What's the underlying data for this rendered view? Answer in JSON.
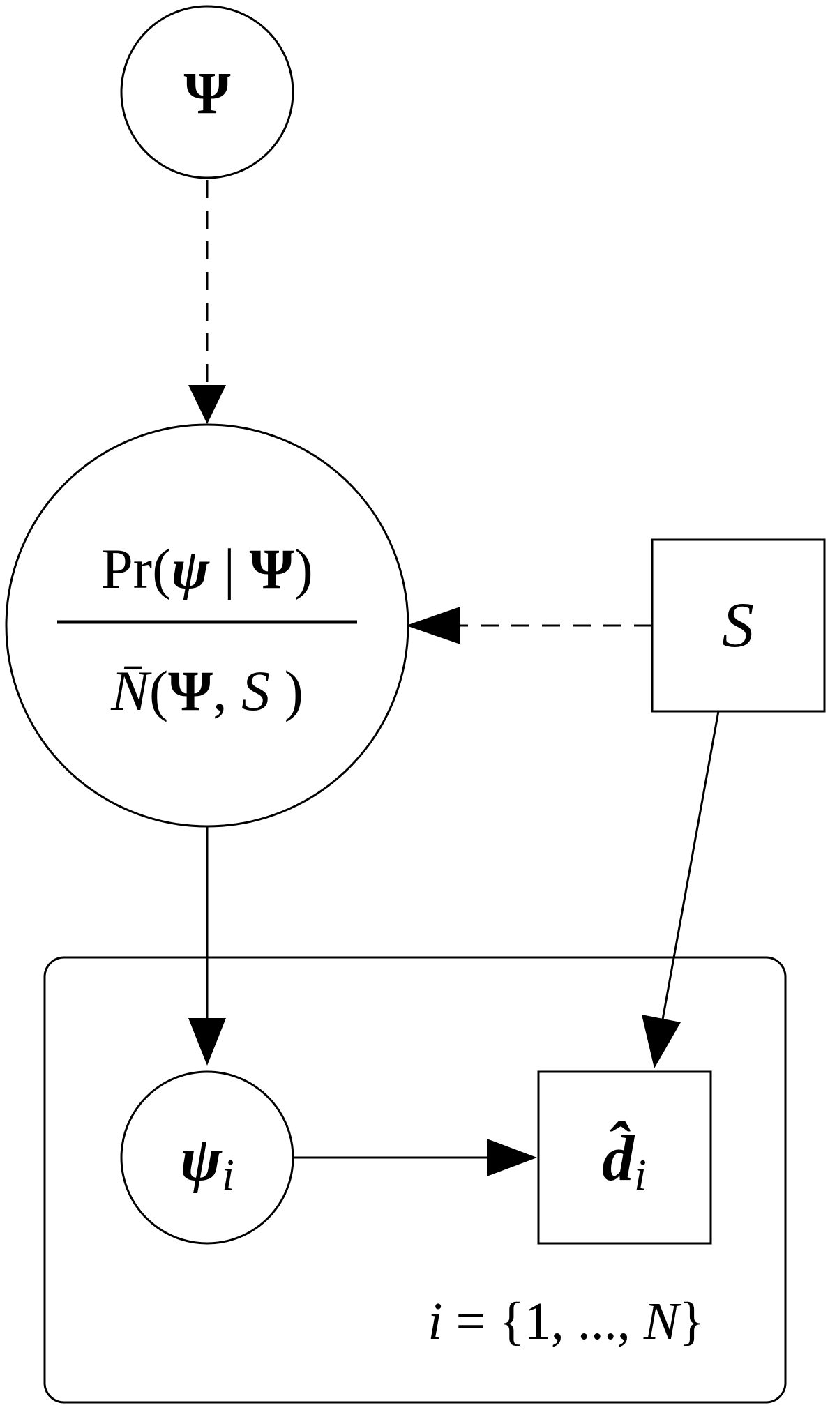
{
  "nodes": {
    "hyper": {
      "label": "Ψ"
    },
    "prior": {
      "numerator": {
        "pr": "Pr(",
        "psi": "ψ",
        "bar": " | ",
        "Psi": "Ψ",
        "close": ")"
      },
      "denominator": {
        "n": "N̄",
        "open": "(",
        "Psi": "Ψ",
        "comma": ", ",
        "s": "S",
        "close": " )"
      }
    },
    "selection": {
      "label": "S"
    },
    "param": {
      "main": "ψ",
      "sub": "i"
    },
    "estimate": {
      "main": "d̂",
      "sub": "i"
    }
  },
  "plate": {
    "label": {
      "i": "i",
      "rest1": " = {1, ..., ",
      "n": "N",
      "rest2": "}"
    }
  },
  "edges": [
    {
      "from": "hyper",
      "to": "prior",
      "style": "dashed"
    },
    {
      "from": "selection",
      "to": "prior",
      "style": "dashed"
    },
    {
      "from": "prior",
      "to": "param",
      "style": "solid"
    },
    {
      "from": "selection",
      "to": "estimate",
      "style": "solid"
    },
    {
      "from": "param",
      "to": "estimate",
      "style": "solid"
    }
  ]
}
